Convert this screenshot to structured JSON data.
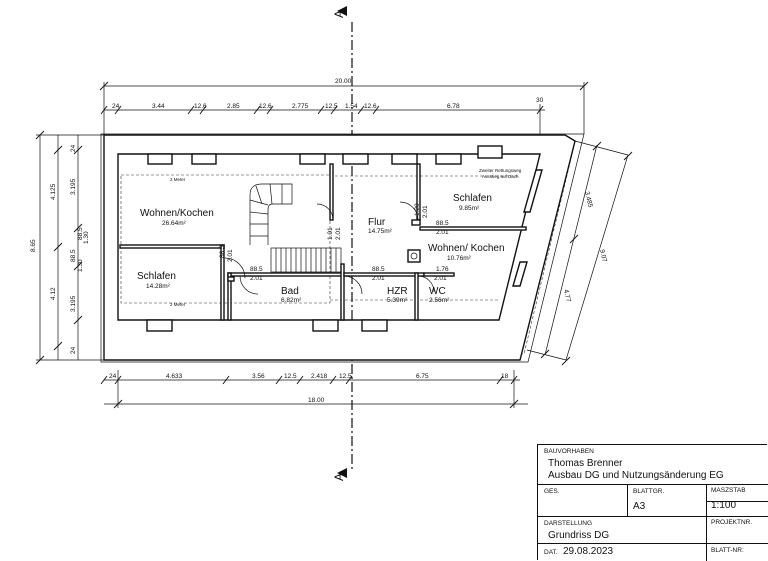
{
  "section_marks": {
    "top": "A",
    "bottom": "A"
  },
  "dimensions": {
    "top_total": "20.00",
    "top_extra": "30",
    "top_segments": [
      "24",
      "3.44",
      "12.6",
      "2.85",
      "12.6",
      "2.775",
      "12.5",
      "1.54",
      "12.6",
      "6.78"
    ],
    "bottom_total": "18.00",
    "bottom_segments": [
      "24",
      "4.633",
      "3.56",
      "12.5",
      "2.418",
      "12.5",
      "6.75",
      "18"
    ],
    "left_total": "8.65",
    "left_a": [
      "4.125",
      "4.12"
    ],
    "left_b": [
      "3.195",
      "1.30",
      "88.5",
      "1.30",
      "88.5",
      "3.195"
    ],
    "left_c": [
      "24",
      "24"
    ],
    "right_side": [
      "3.485",
      "9.07",
      "4.77"
    ],
    "interior": [
      "88.5",
      "2.01",
      "88.5",
      "2.01",
      "1.01",
      "2.01",
      "88.5",
      "2.01",
      "1.76",
      "2.01",
      "1.20",
      "2.01",
      "88.5",
      "2.01"
    ]
  },
  "rooms": [
    {
      "name": "Wohnen/Kochen",
      "area": "26.64m²"
    },
    {
      "name": "Schlafen",
      "area": "14.28m²"
    },
    {
      "name": "Bad",
      "area": "6.82m²"
    },
    {
      "name": "Flur",
      "area": "14.75m²"
    },
    {
      "name": "HZR",
      "area": "5.39m²"
    },
    {
      "name": "WC",
      "area": "2.56m²"
    },
    {
      "name": "Schlafen",
      "area": "9.85m²"
    },
    {
      "name": "Wohnen/ Kochen",
      "area": "10.76m²"
    }
  ],
  "notes": {
    "rescue_window": "Zweiter Rettungsweg\nAusstieg auf Dach",
    "height_line_a": "2 Meter",
    "height_line_b": "2 Meter"
  },
  "title_block": {
    "project_label": "BAUVORHABEN",
    "client": "Thomas Brenner",
    "project": "Ausbau DG und Nutzungsänderung EG",
    "ges_label": "GES.",
    "sheet_size_label": "BLATTGR.",
    "sheet_size": "A3",
    "scale_label": "MASZSTAB",
    "scale": "1:100",
    "project_no_label": "PROJEKTNR.",
    "view_label": "DARSTELLUNG",
    "view": "Grundriss DG",
    "date_label": "DAT.",
    "date": "29.08.2023",
    "sheet_no_label": "BLATT-NR:"
  }
}
